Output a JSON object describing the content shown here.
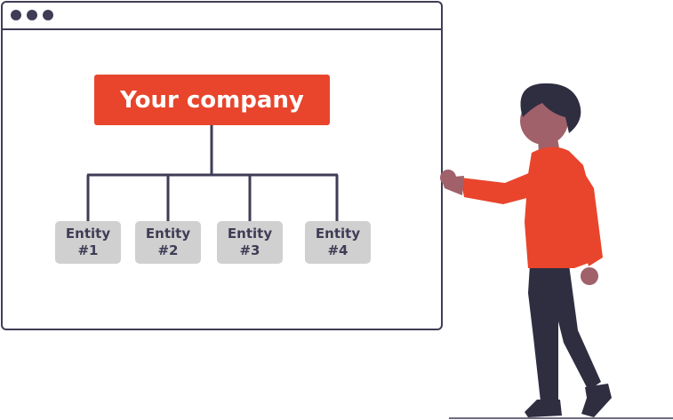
{
  "window": {
    "controls": [
      "window-dot",
      "window-dot",
      "window-dot"
    ]
  },
  "org_chart": {
    "root_label": "Your company",
    "entities": [
      {
        "line1": "Entity",
        "line2": "#1"
      },
      {
        "line1": "Entity",
        "line2": "#2"
      },
      {
        "line1": "Entity",
        "line2": "#3"
      },
      {
        "line1": "Entity",
        "line2": "#4"
      }
    ]
  },
  "colors": {
    "accent": "#e8452c",
    "outline": "#3f3d56",
    "entity_fill": "#d0d0d0",
    "skin": "#a0616a"
  }
}
